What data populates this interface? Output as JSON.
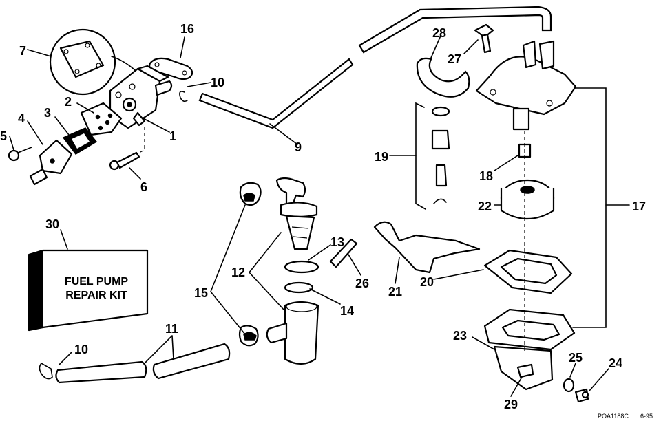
{
  "diagram": {
    "parts": [
      {
        "id": "1",
        "label": "1"
      },
      {
        "id": "2",
        "label": "2"
      },
      {
        "id": "3",
        "label": "3"
      },
      {
        "id": "4",
        "label": "4"
      },
      {
        "id": "5",
        "label": "5"
      },
      {
        "id": "6",
        "label": "6"
      },
      {
        "id": "7",
        "label": "7"
      },
      {
        "id": "9",
        "label": "9"
      },
      {
        "id": "10a",
        "label": "10"
      },
      {
        "id": "10b",
        "label": "10"
      },
      {
        "id": "11",
        "label": "11"
      },
      {
        "id": "12",
        "label": "12"
      },
      {
        "id": "13",
        "label": "13"
      },
      {
        "id": "14",
        "label": "14"
      },
      {
        "id": "15",
        "label": "15"
      },
      {
        "id": "16",
        "label": "16"
      },
      {
        "id": "17",
        "label": "17"
      },
      {
        "id": "18",
        "label": "18"
      },
      {
        "id": "19",
        "label": "19"
      },
      {
        "id": "20",
        "label": "20"
      },
      {
        "id": "21",
        "label": "21"
      },
      {
        "id": "22",
        "label": "22"
      },
      {
        "id": "23",
        "label": "23"
      },
      {
        "id": "24",
        "label": "24"
      },
      {
        "id": "25",
        "label": "25"
      },
      {
        "id": "26",
        "label": "26"
      },
      {
        "id": "27",
        "label": "27"
      },
      {
        "id": "28",
        "label": "28"
      },
      {
        "id": "29",
        "label": "29"
      },
      {
        "id": "30",
        "label": "30"
      }
    ],
    "kit_box": {
      "line1": "FUEL PUMP",
      "line2": "REPAIR KIT"
    },
    "drawing_code": "POA1188C",
    "date_code": "6-95"
  }
}
